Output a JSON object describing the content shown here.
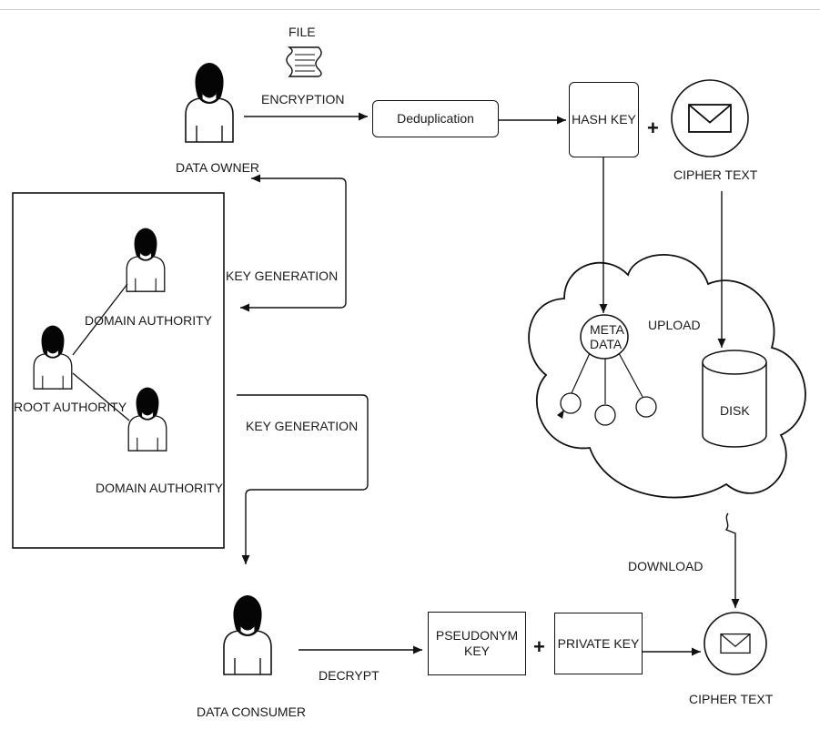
{
  "labels": {
    "file": "FILE",
    "encryption": "ENCRYPTION",
    "data_owner": "DATA OWNER",
    "key_generation_top": "KEY GENERATION",
    "key_generation_bottom": "KEY GENERATION",
    "domain_authority_top": "DOMAIN AUTHORITY",
    "domain_authority_bottom": "DOMAIN AUTHORITY",
    "root_authority": "ROOT AUTHORITY",
    "upload": "UPLOAD",
    "meta_data_line1": "META",
    "meta_data_line2": "DATA",
    "disk": "DISK",
    "cipher_text_top": "CIPHER TEXT",
    "cipher_text_bottom": "CIPHER TEXT",
    "download": "DOWNLOAD",
    "decrypt": "DECRYPT",
    "data_consumer": "DATA CONSUMER",
    "plus": "+"
  },
  "boxes": {
    "deduplication": "Deduplication",
    "hash_key": "HASH KEY",
    "pseudonym_key_line1": "PSEUDONYM",
    "pseudonym_key_line2": "KEY",
    "private_key": "PRIVATE KEY"
  },
  "colors": {
    "stroke": "#111111",
    "text": "#1a1a1a",
    "person_head": "#050505",
    "background": "#ffffff"
  },
  "icons": [
    "person-icon",
    "file-scroll-icon",
    "envelope-icon",
    "cloud-shape",
    "disk-cylinder-icon"
  ]
}
